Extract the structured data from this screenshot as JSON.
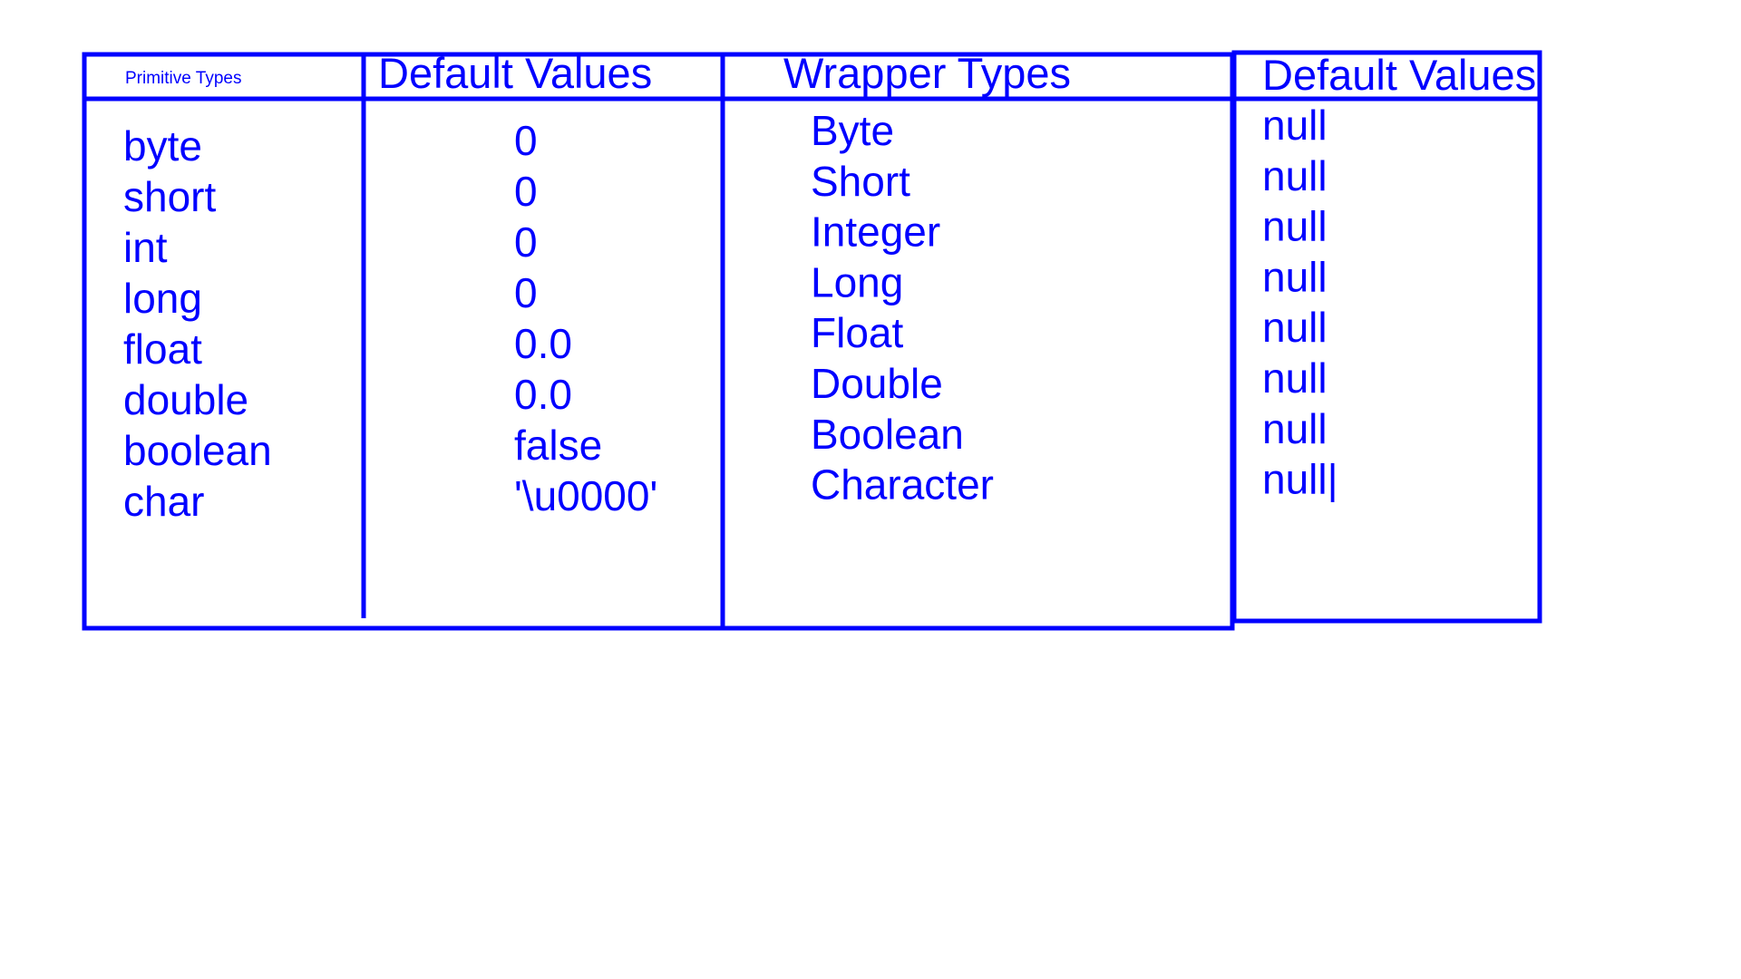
{
  "ink_color": "#0000ff",
  "background_color": "#ffffff",
  "headers": {
    "primitive_types": "Primitive Types",
    "primitive_defaults": "Default Values",
    "wrapper_types": "Wrapper Types",
    "wrapper_defaults": "Default Values"
  },
  "primitive_types": [
    "byte",
    "short",
    "int",
    "long",
    "float",
    "double",
    "boolean",
    "char"
  ],
  "primitive_defaults": [
    "0",
    "0",
    "0",
    "0",
    "0.0",
    "0.0",
    "false",
    "'\\u0000'"
  ],
  "wrapper_types": [
    "Byte",
    "Short",
    "Integer",
    "Long",
    "Float",
    "Double",
    "Boolean",
    "Character"
  ],
  "wrapper_defaults": [
    "null",
    "null",
    "null",
    "null",
    "null",
    "null",
    "null",
    "null|"
  ]
}
